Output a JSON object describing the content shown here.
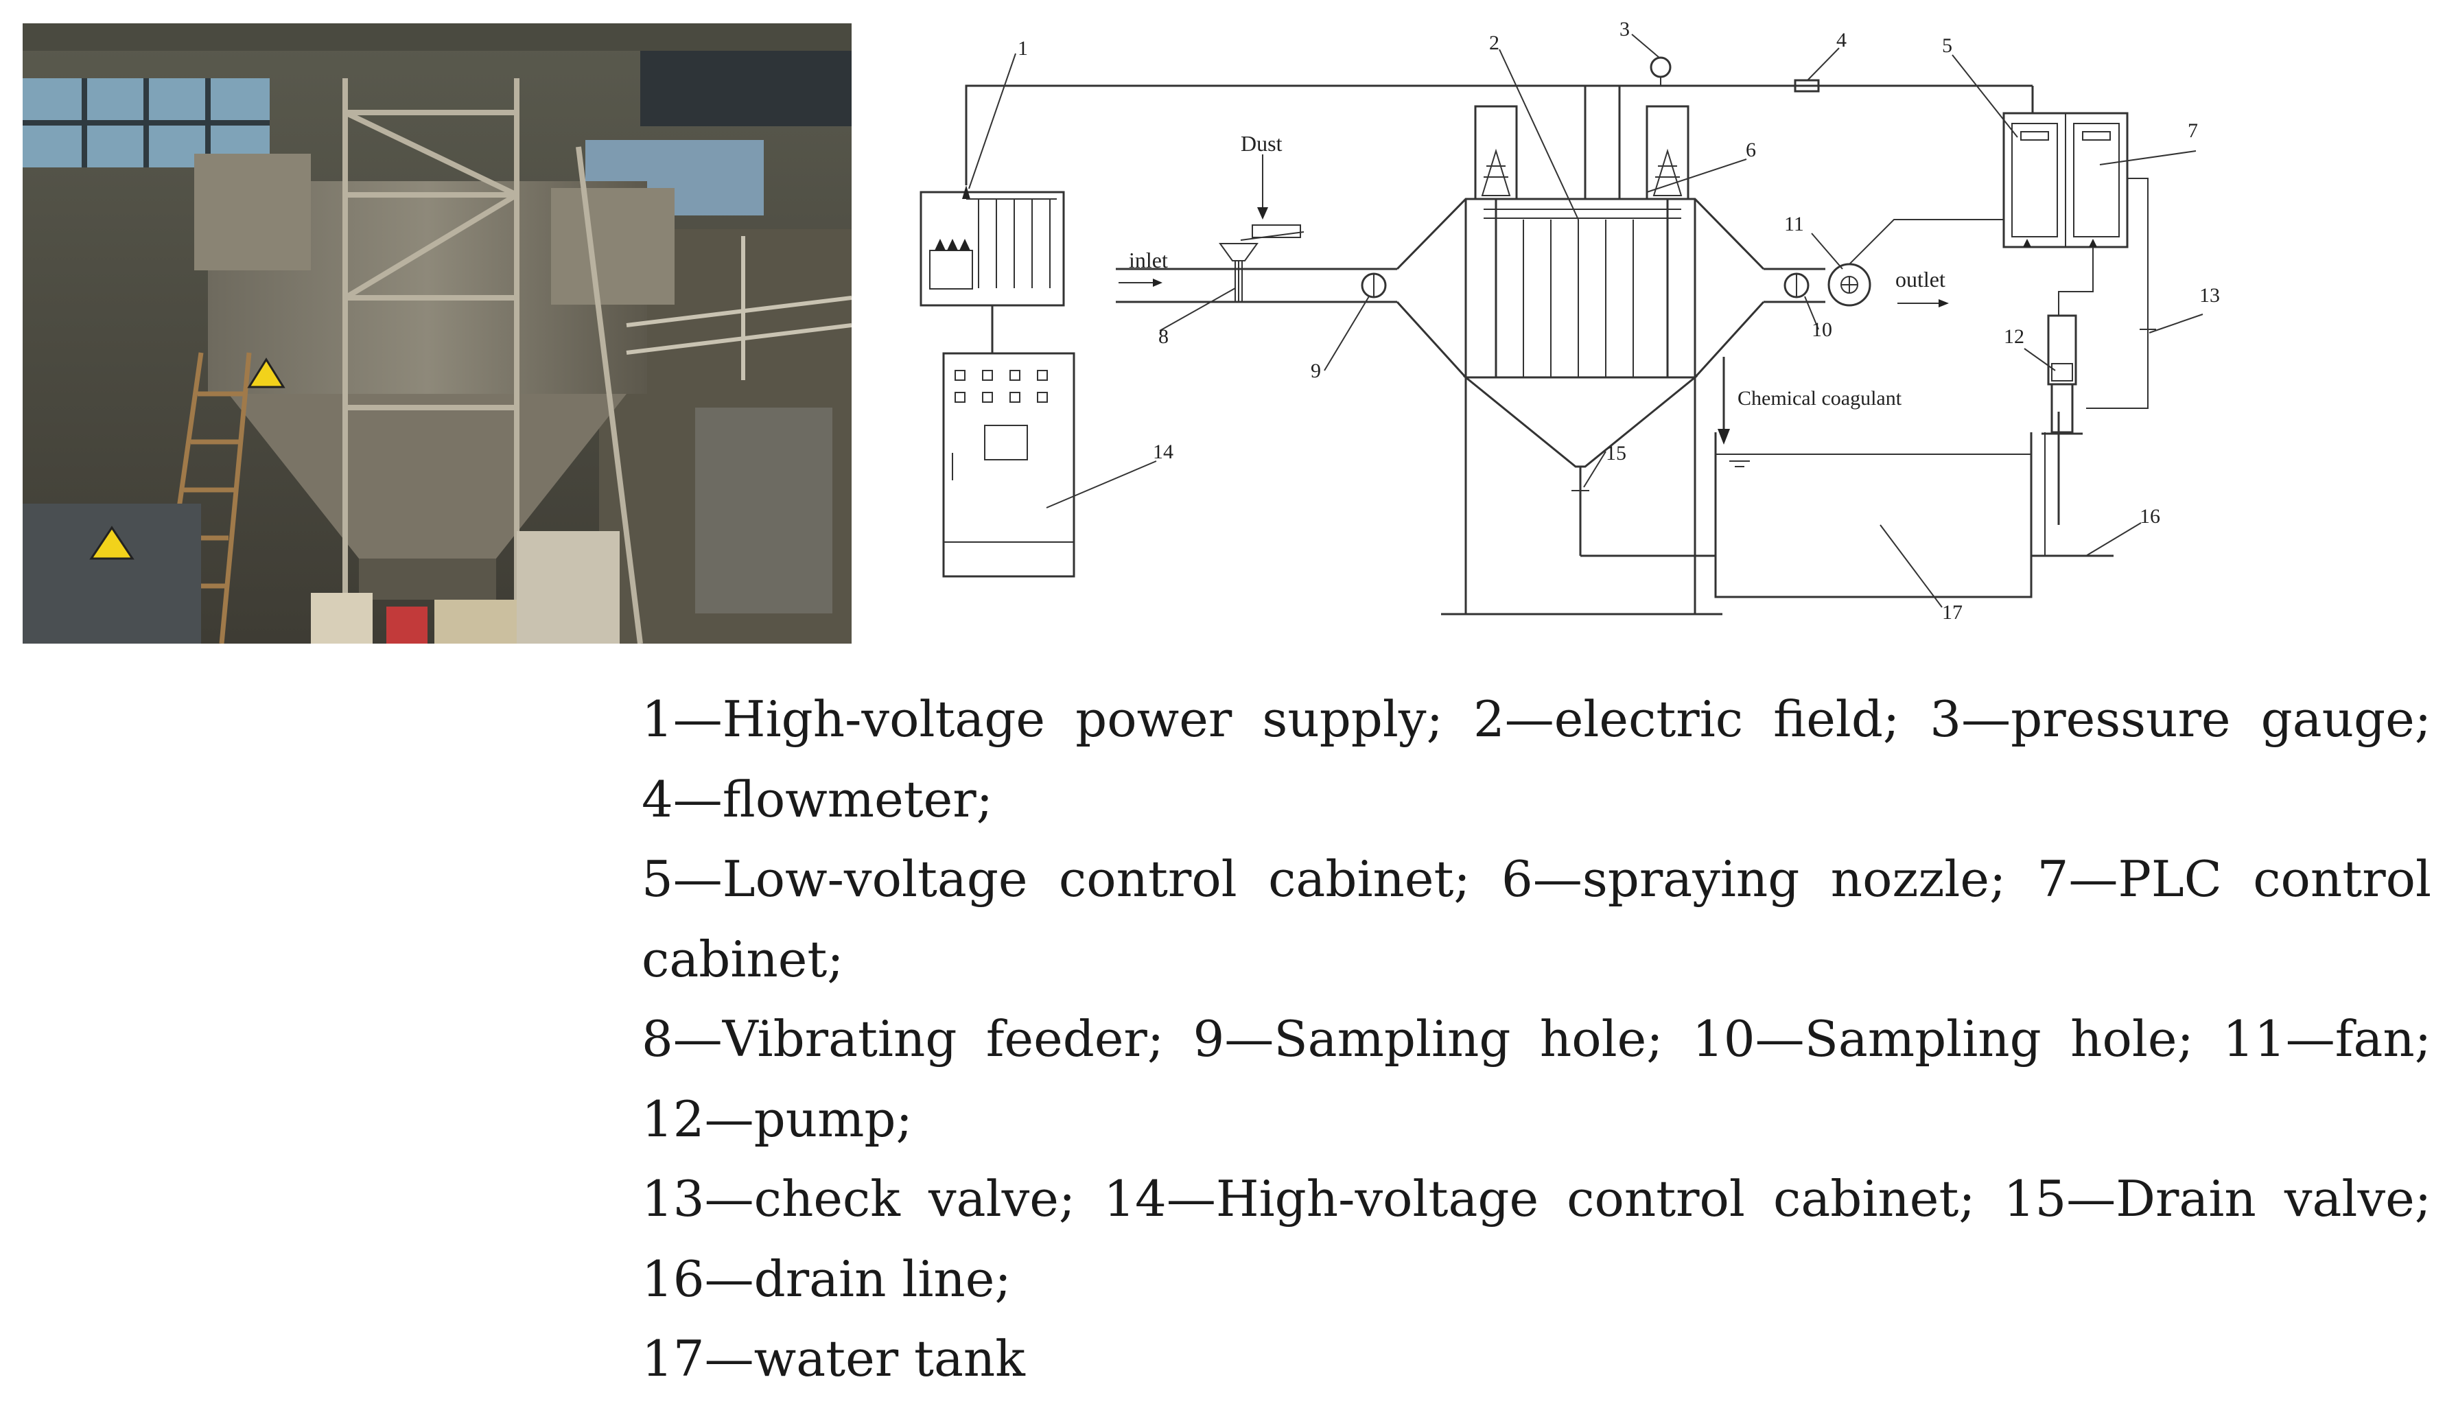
{
  "diagram": {
    "part_numbers": [
      "1",
      "2",
      "3",
      "4",
      "5",
      "6",
      "7",
      "8",
      "9",
      "10",
      "11",
      "12",
      "13",
      "14",
      "15",
      "16",
      "17"
    ],
    "labels": {
      "dust": "Dust",
      "inlet": "inlet",
      "outlet": "outlet",
      "chemical_coagulant": "Chemical coagulant"
    }
  },
  "caption": {
    "lines": [
      "1—High-voltage power supply; 2—electric field; 3—pressure gauge;",
      "4—flowmeter;",
      "5—Low-voltage control cabinet; 6—spraying nozzle; 7—PLC control",
      "cabinet;",
      "8—Vibrating feeder; 9—Sampling hole; 10—Sampling hole; 11—fan;",
      "12—pump;",
      "13—check valve; 14—High-voltage control cabinet; 15—Drain valve;",
      "16—drain line;",
      "17—water tank"
    ]
  }
}
